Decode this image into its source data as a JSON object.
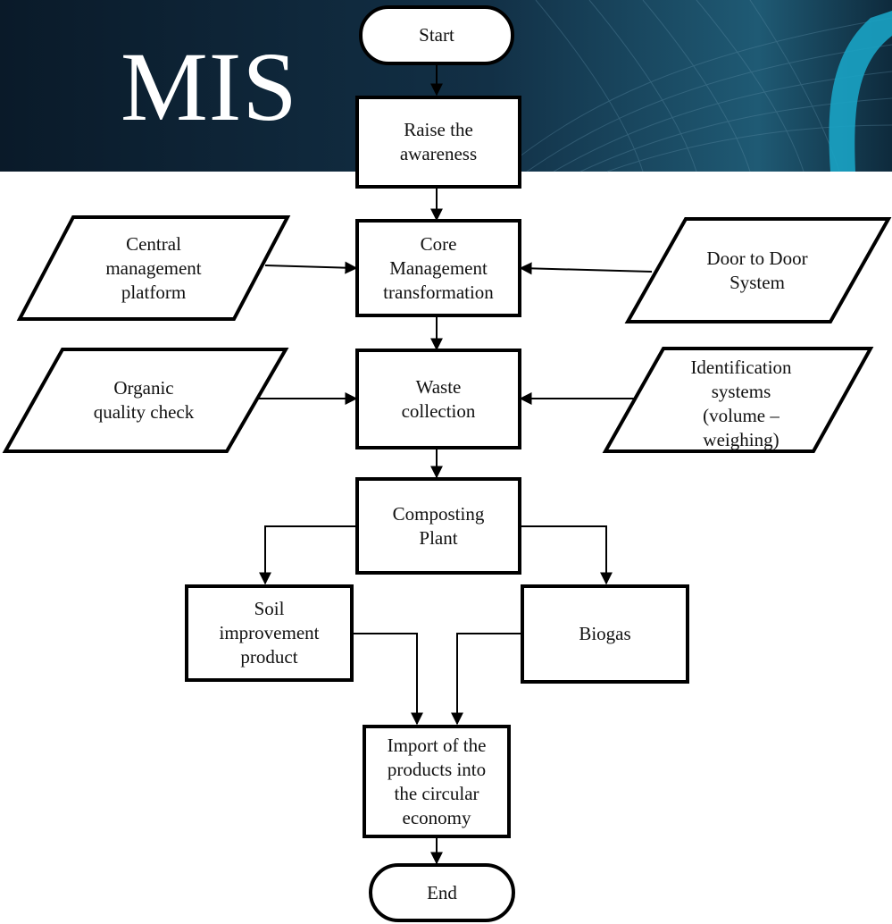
{
  "banner": {
    "title": "MIS"
  },
  "nodes": {
    "start": "Start",
    "raise": [
      "Raise the",
      "awareness"
    ],
    "core": [
      "Core",
      "Management",
      "transformation"
    ],
    "central": [
      "Central",
      "management",
      "platform"
    ],
    "door": [
      "Door to Door",
      "System"
    ],
    "waste": [
      "Waste",
      "collection"
    ],
    "organic": [
      "Organic",
      "quality check"
    ],
    "ident": [
      "Identification",
      "systems",
      "(volume –",
      "weighing)"
    ],
    "composting": [
      "Composting",
      "Plant"
    ],
    "soil": [
      "Soil",
      "improvement",
      "product"
    ],
    "biogas": "Biogas",
    "import": [
      "Import of the",
      "products into",
      "the circular",
      "economy"
    ],
    "end": "End"
  },
  "colors": {
    "banner_dark": "#0b1d2e",
    "banner_teal": "#1aa3c4",
    "stroke": "#000000"
  }
}
